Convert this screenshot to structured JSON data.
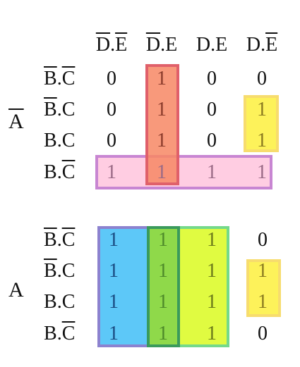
{
  "column_headers": [
    {
      "left": "D",
      "left_bar": true,
      "right": "E",
      "right_bar": true
    },
    {
      "left": "D",
      "left_bar": true,
      "right": "E",
      "right_bar": false
    },
    {
      "left": "D",
      "left_bar": false,
      "right": "E",
      "right_bar": false
    },
    {
      "left": "D",
      "left_bar": false,
      "right": "E",
      "right_bar": true
    }
  ],
  "maps": [
    {
      "side_label": "A",
      "side_label_bar": true,
      "rows": [
        {
          "left": "B",
          "left_bar": true,
          "right": "C",
          "right_bar": true,
          "cells": [
            "0",
            "1",
            "0",
            "0"
          ]
        },
        {
          "left": "B",
          "left_bar": true,
          "right": "C",
          "right_bar": false,
          "cells": [
            "0",
            "1",
            "0",
            "1"
          ]
        },
        {
          "left": "B",
          "left_bar": false,
          "right": "C",
          "right_bar": false,
          "cells": [
            "0",
            "1",
            "0",
            "1"
          ]
        },
        {
          "left": "B",
          "left_bar": false,
          "right": "C",
          "right_bar": true,
          "cells": [
            "1",
            "1",
            "1",
            "1"
          ]
        }
      ]
    },
    {
      "side_label": "A",
      "side_label_bar": false,
      "rows": [
        {
          "left": "B",
          "left_bar": true,
          "right": "C",
          "right_bar": true,
          "cells": [
            "1",
            "1",
            "1",
            "0"
          ]
        },
        {
          "left": "B",
          "left_bar": true,
          "right": "C",
          "right_bar": false,
          "cells": [
            "1",
            "1",
            "1",
            "1"
          ]
        },
        {
          "left": "B",
          "left_bar": false,
          "right": "C",
          "right_bar": false,
          "cells": [
            "1",
            "1",
            "1",
            "1"
          ]
        },
        {
          "left": "B",
          "left_bar": false,
          "right": "C",
          "right_bar": true,
          "cells": [
            "1",
            "1",
            "1",
            "0"
          ]
        }
      ]
    }
  ],
  "separator": ".",
  "group_colors": {
    "red_fill": "#f7877a",
    "red_border": "#e0606a",
    "yellow_fill": "#fdf25a",
    "yellow_border": "#f7dc6e",
    "pink_fill": "#ffcde2",
    "pink_border": "#c886d2",
    "blue_fill": "#5dc8f8",
    "blue_border": "#8c82cf",
    "green_fill": "#e0fb41",
    "green_border": "#74d98a",
    "dark_overlap_fill": "#8fd94a",
    "dark_overlap_border": "#3a9a5c"
  }
}
